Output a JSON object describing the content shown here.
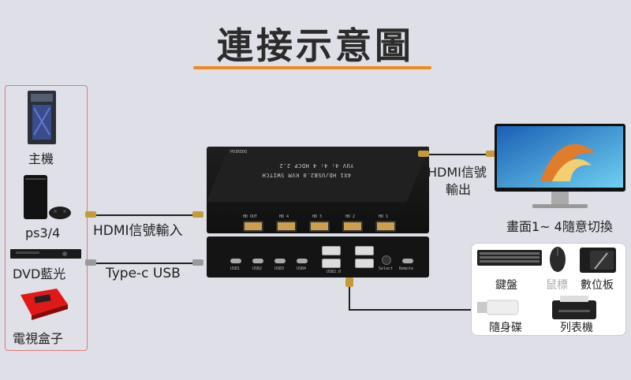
{
  "title": "連接示意圖",
  "left_devices": {
    "pc": "主機",
    "ps": "ps3/4",
    "dvd": "DVD藍光",
    "tvbox": "電視盒子"
  },
  "cables": {
    "hdmi_in": "HDMI信號輸入",
    "usb_c": "Type-c USB",
    "hdmi_out_line1": "HDMI信號",
    "hdmi_out_line2": "輸出"
  },
  "monitor_caption": "畫面1~ 4隨意切換",
  "peripherals": {
    "keyboard": "鍵盤",
    "mouse": "鼠標",
    "tablet": "數位板",
    "usb_drive": "隨身碟",
    "printer": "列表機"
  },
  "kvm_top": {
    "model": "4X1 HD/USB2.0 KVM SWITCH",
    "spec": "YUV 4: 4: 4  HDCP 2.2",
    "brand": "POIKEDQ"
  },
  "kvm_front_top": {
    "ports": [
      "HD OUT",
      "HD 4",
      "HD 3",
      "HD 2",
      "HD 1"
    ]
  },
  "kvm_front_bottom": {
    "ports": [
      "USB1",
      "USB2",
      "USB3",
      "USB4",
      "USB2.0",
      "Select",
      "Remote"
    ]
  }
}
